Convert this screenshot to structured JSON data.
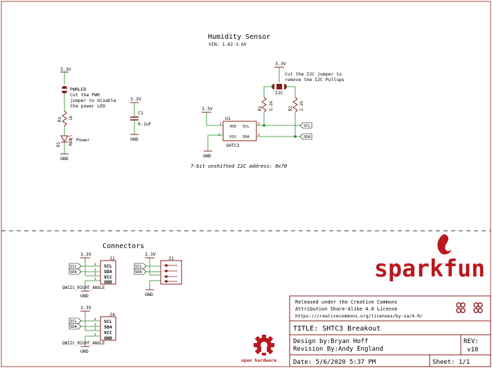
{
  "sheet": {
    "title": "Humidity Sensor",
    "vin_note": "VIN: 1.62-3.6V",
    "i2c_address_note": "7-bit unshifted I2C address: 0x70",
    "connectors_title": "Connectors"
  },
  "power": {
    "v33": "3.3V",
    "gnd": "GND"
  },
  "led_section": {
    "jumper_label": "PWRLED",
    "jumper_note_1": "Cut the PWR",
    "jumper_note_2": "jumper to disable",
    "jumper_note_3": "the power LED",
    "resistor_ref": "R3",
    "resistor_value": "1k",
    "led_ref": "D1",
    "led_color": "RED",
    "led_label": "Power"
  },
  "cap_section": {
    "cap_ref": "C1",
    "cap_value": "0.1uF"
  },
  "sensor_section": {
    "jumper_note_1": "Cut the I2C jumper to",
    "jumper_note_2": "remove the I2C Pullups",
    "jumper_label": "I2C",
    "r1_ref": "R1",
    "r1_value": "2.2k",
    "r2_ref": "R2",
    "r2_value": "2.2k",
    "ic_ref": "U1",
    "ic_name": "SHTC3",
    "pin_vdd": "VDD",
    "pin_scl": "SCL",
    "pin_vss": "VSS",
    "pin_sda": "SDA",
    "pin_num_1": "1",
    "pin_num_4": "4",
    "pin_num_2": "2",
    "pin_num_3": "3",
    "net_scl": "SCL",
    "net_sda": "SDA"
  },
  "connectors": {
    "j2_ref": "J2",
    "j4_ref": "J4",
    "j1_ref": "J1",
    "qwiic_label": "QWIIC_RIGHT_ANGLE",
    "pins": [
      "SCL",
      "SDA",
      "VCC",
      "GND"
    ],
    "pin_nums": [
      "4",
      "3",
      "2",
      "1"
    ],
    "net_scl": "SCL",
    "net_sda": "SDA"
  },
  "branding": {
    "sparkfun": "sparkfun",
    "oshw": "open hardware"
  },
  "title_block": {
    "license_1": "Released under the Creative Commons",
    "license_2": "Attribution Share-Alike 4.0 License",
    "license_3": " https://creativecommons.org/licenses/by-sa/4.0/",
    "title": "TITLE: SHTC3 Breakout",
    "design_by": "Design by:Bryan Hoff",
    "revision_by": "Revision By:Andy England",
    "rev_label": "REV:",
    "rev_value": "v10",
    "date": "Date: 5/6/2020 5:37 PM",
    "sheet": "Sheet: 1/1"
  },
  "colors": {
    "wire": "#1f8a1f",
    "component": "#8b1a1a",
    "text": "#000000",
    "brand": "#b8191f"
  }
}
